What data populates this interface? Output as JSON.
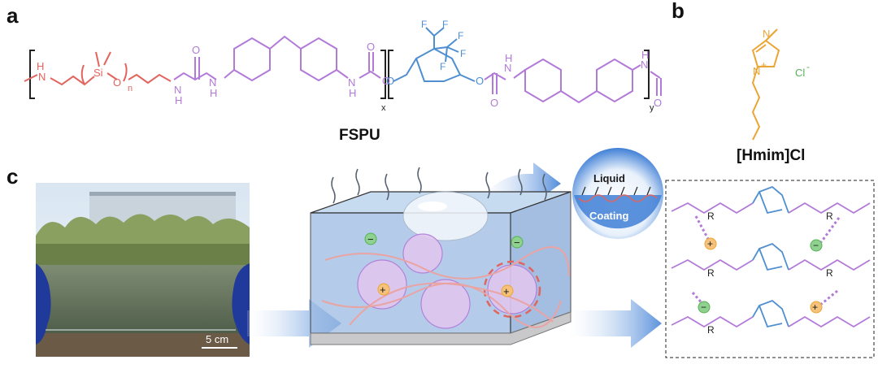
{
  "panels": {
    "a": "a",
    "b": "b",
    "c": "c"
  },
  "labels": {
    "polymer_name": "FSPU",
    "salt_name": "[Hmim]Cl",
    "liquid": "Liquid",
    "coating": "Coating",
    "scale_bar": "5 cm"
  },
  "atoms": {
    "H": "H",
    "N": "N",
    "O": "O",
    "Si": "Si",
    "F": "F",
    "R": "R",
    "Cl": "Cl",
    "plus": "+",
    "minus": "−",
    "charge_minus": "-"
  },
  "subscripts": {
    "n": "n",
    "x": "x",
    "y": "y"
  },
  "colors": {
    "pdms_red": "#e2645e",
    "urethane_purple": "#b27ad8",
    "fluoro_blue": "#4f8fd0",
    "imidazolium_orange": "#eba535",
    "chloride_green": "#55b055",
    "coating_blue": "#7fa6d8",
    "arrow_blue": "#3f7fd6"
  }
}
